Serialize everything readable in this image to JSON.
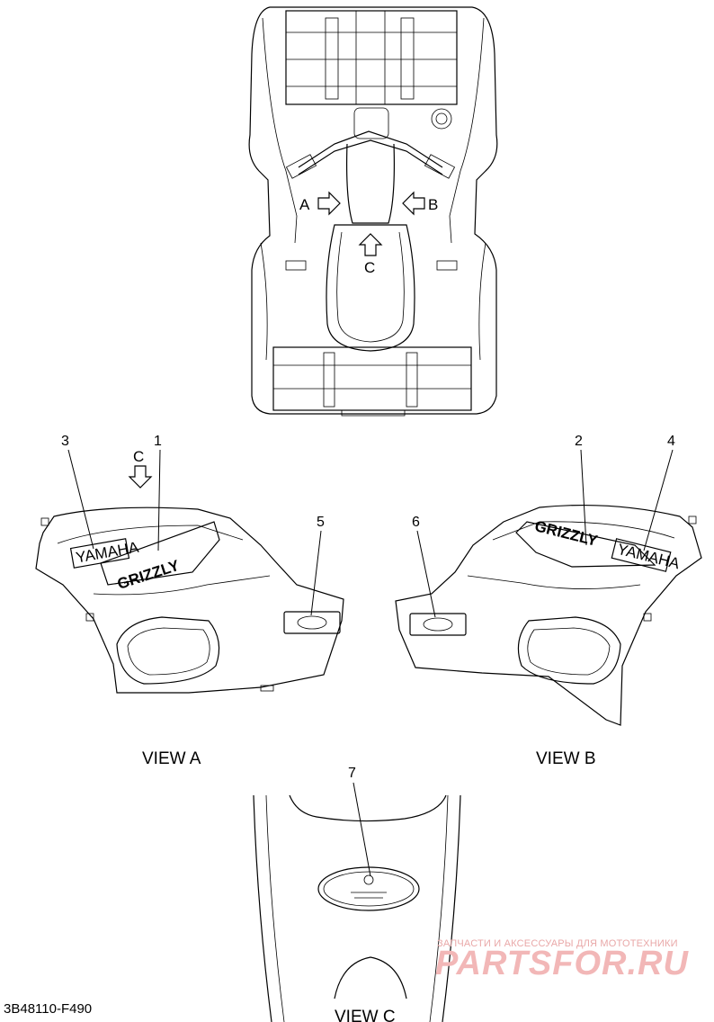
{
  "diagram": {
    "arrows": {
      "a": "A",
      "b": "B",
      "c": "C"
    },
    "view_c_arrow": "C",
    "callouts": [
      "1",
      "2",
      "3",
      "4",
      "5",
      "6",
      "7"
    ],
    "decal_texts": {
      "yamaha": "YAMAHA",
      "model": "GRIZZLY"
    },
    "views": {
      "a": "VIEW A",
      "b": "VIEW B",
      "c": "VIEW C"
    },
    "drawing_code": "3B48110-F490"
  },
  "watermark": {
    "tagline": "ЗАПЧАСТИ И АКСЕССУАРЫ ДЛЯ МОТОТЕХНИКИ",
    "brand": "PARTSFOR.RU",
    "color": "#f2b7b7"
  }
}
